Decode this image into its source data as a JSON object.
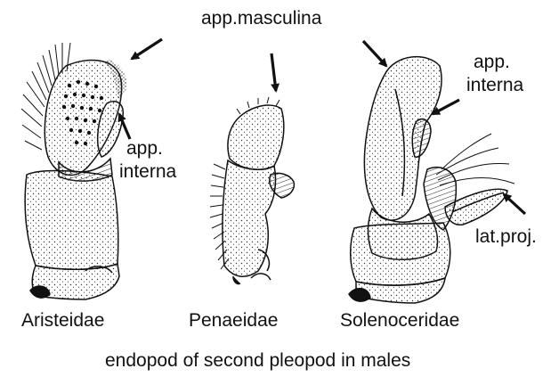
{
  "labels": {
    "top": "app.masculina",
    "interna_left_1": "app.",
    "interna_left_2": "interna",
    "interna_right_1": "app.",
    "interna_right_2": "interna",
    "lat_proj": "lat.proj.",
    "family_1": "Aristeidae",
    "family_2": "Penaeidae",
    "family_3": "Solenoceridae",
    "caption": "endopod of second pleopod in males"
  },
  "colors": {
    "ink": "#111111",
    "stipple": "#333333",
    "background": "#ffffff"
  }
}
